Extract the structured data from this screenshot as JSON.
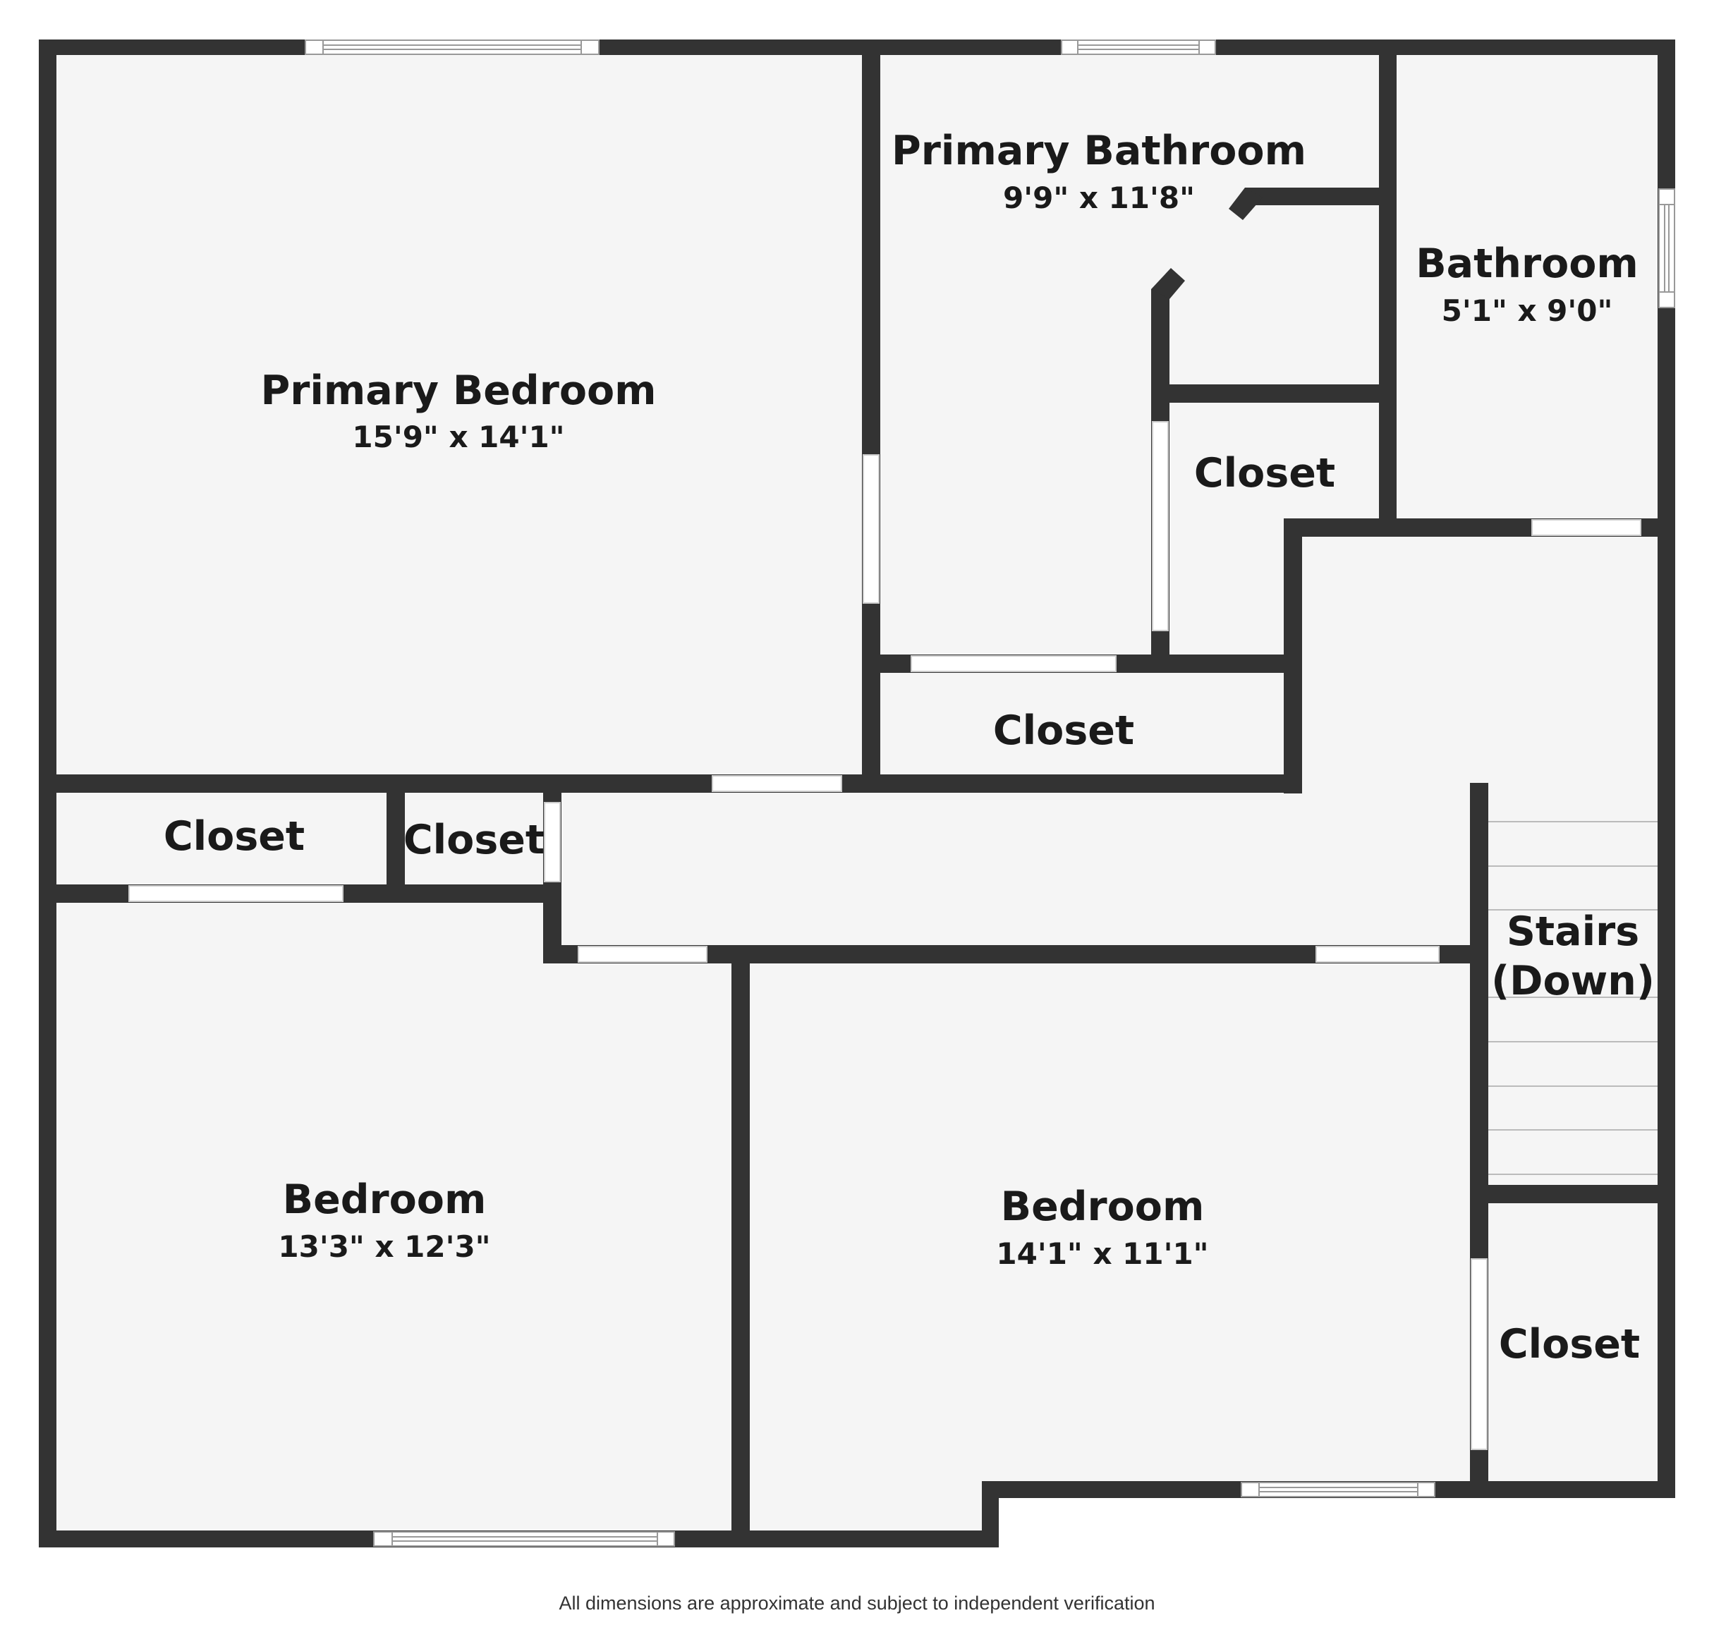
{
  "rooms": {
    "primary_bedroom": {
      "name": "Primary Bedroom",
      "dims": "15'9\" x 14'1\""
    },
    "primary_bathroom": {
      "name": "Primary Bathroom",
      "dims": "9'9\" x 11'8\""
    },
    "bathroom": {
      "name": "Bathroom",
      "dims": "5'1\" x 9'0\""
    },
    "closet_bath": {
      "name": "Closet"
    },
    "closet_hall": {
      "name": "Closet"
    },
    "closet_left_1": {
      "name": "Closet"
    },
    "closet_left_2": {
      "name": "Closet"
    },
    "stairs": {
      "line1": "Stairs",
      "line2": "(Down)"
    },
    "bedroom_left": {
      "name": "Bedroom",
      "dims": "13'3\" x 12'3\""
    },
    "bedroom_right": {
      "name": "Bedroom",
      "dims": "14'1\" x 11'1\""
    },
    "closet_right": {
      "name": "Closet"
    }
  },
  "footer": "All dimensions are approximate and subject to independent verification",
  "colors": {
    "wall": "#333333",
    "floor": "#f5f5f5",
    "opening": "#ffffff",
    "background": "#ffffff"
  }
}
